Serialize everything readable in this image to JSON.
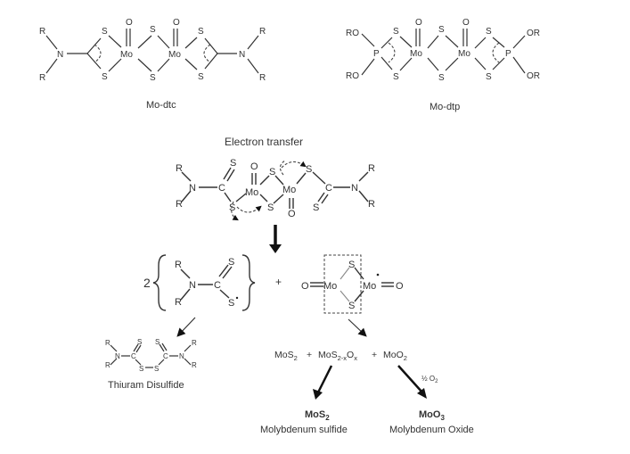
{
  "labels": {
    "mo_dtc": "Mo-dtc",
    "mo_dtp": "Mo-dtp",
    "electron_transfer": "Electron transfer",
    "thiuram_disulfide": "Thiuram Disulfide",
    "molybdenum_sulfide": "Molybdenum sulfide",
    "molybdenum_oxide": "Molybdenum Oxide",
    "mos2_bold": "MoS",
    "moo3_bold": "MoO",
    "half_o2": "½ O",
    "coef_2": "2",
    "plus": "+"
  },
  "atoms": {
    "R": "R",
    "N": "N",
    "C": "C",
    "S": "S",
    "O": "O",
    "Mo": "Mo",
    "P": "P",
    "RO": "RO",
    "OR": "OR"
  },
  "products_line": {
    "mos2": "MoS",
    "sub2": "2",
    "plus1": "+",
    "mos2x": "MoS",
    "sub2x": "2-x",
    "ox": "O",
    "subx": "x",
    "plus2": "+",
    "moo2": "MoO",
    "subo2": "2"
  },
  "subscripts": {
    "two": "2",
    "three": "3"
  }
}
